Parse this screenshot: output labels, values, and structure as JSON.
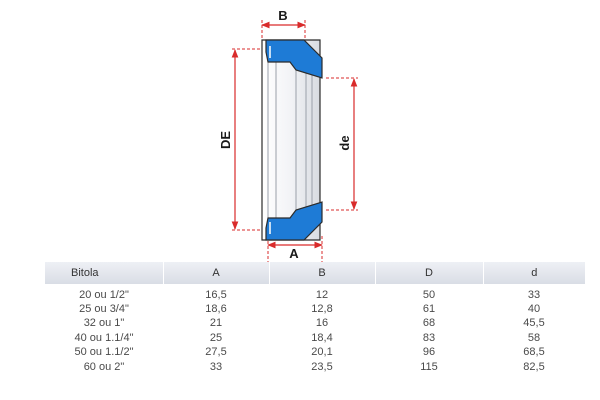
{
  "drawing": {
    "labels": {
      "B": "B",
      "A": "A",
      "DE": "DE",
      "de": "de"
    },
    "colors": {
      "seal": "#1e7bd6",
      "body": "#e9ebef",
      "outline": "#2b2b2b",
      "dimension": "#d92b2b"
    }
  },
  "table": {
    "headers": [
      "Bitola",
      "A",
      "B",
      "D",
      "d"
    ],
    "rows": [
      [
        "20 ou 1/2\"",
        "16,5",
        "12",
        "50",
        "33"
      ],
      [
        "25 ou 3/4\"",
        "18,6",
        "12,8",
        "61",
        "40"
      ],
      [
        "32 ou 1\"",
        "21",
        "16",
        "68",
        "45,5"
      ],
      [
        "40 ou 1.1/4\"",
        "25",
        "18,4",
        "83",
        "58"
      ],
      [
        "50 ou 1.1/2\"",
        "27,5",
        "20,1",
        "96",
        "68,5"
      ],
      [
        "60 ou 2\"",
        "33",
        "23,5",
        "115",
        "82,5"
      ]
    ]
  }
}
